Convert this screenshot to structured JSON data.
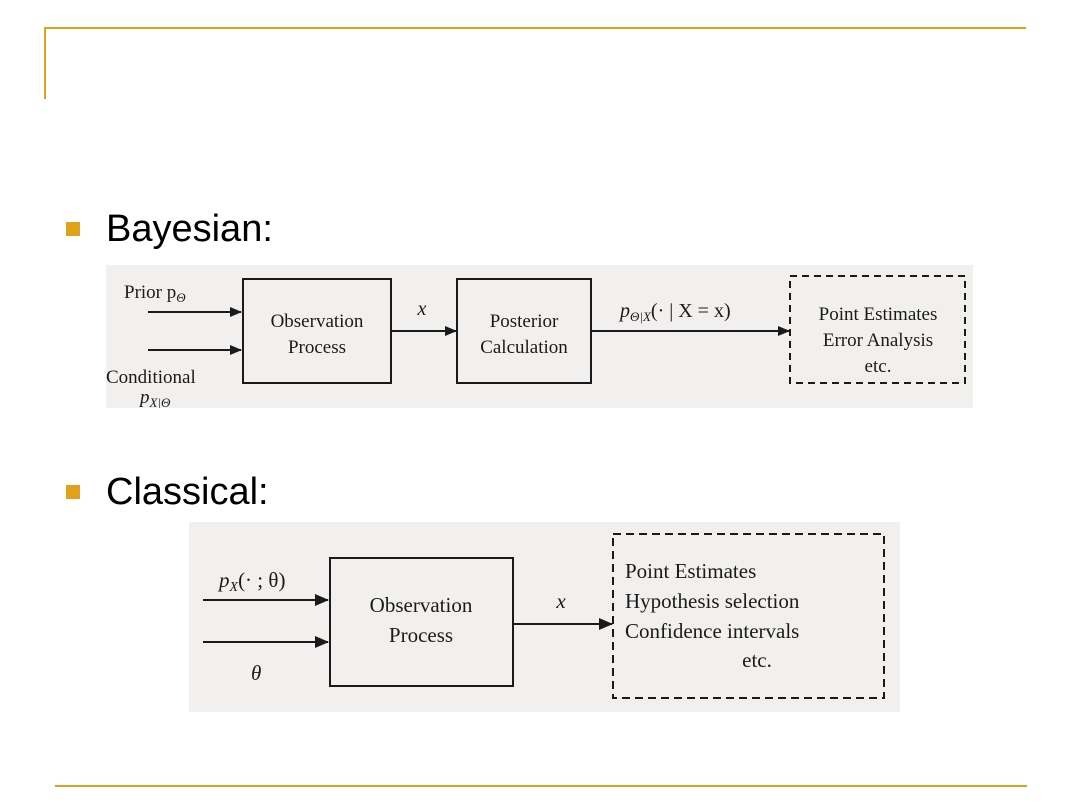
{
  "colors": {
    "accent": "#E0A21B",
    "diagram_bg": "#f1f0ee"
  },
  "sections": [
    {
      "heading": "Bayesian:",
      "diagram": {
        "input_prior": "Prior p",
        "input_prior_sub": "Θ",
        "input_conditional": "Conditional",
        "input_conditional_sym": "p",
        "input_conditional_sub": "X|Θ",
        "box1_line1": "Observation",
        "box1_line2": "Process",
        "arrow1_label": "x",
        "box2_line1": "Posterior",
        "box2_line2": "Calculation",
        "arrow2_label_p": "p",
        "arrow2_label_sub": "Θ|X",
        "arrow2_label_rest": "(· | X = x)",
        "output_line1": "Point Estimates",
        "output_line2": "Error Analysis",
        "output_line3": "etc."
      }
    },
    {
      "heading": "Classical:",
      "diagram": {
        "input_pdf_p": "p",
        "input_pdf_sub": "X",
        "input_pdf_rest": "(· ; θ)",
        "input_theta": "θ",
        "box1_line1": "Observation",
        "box1_line2": "Process",
        "arrow1_label": "x",
        "output_line1": "Point Estimates",
        "output_line2": "Hypothesis selection",
        "output_line3": "Confidence intervals",
        "output_line4": "etc."
      }
    }
  ]
}
